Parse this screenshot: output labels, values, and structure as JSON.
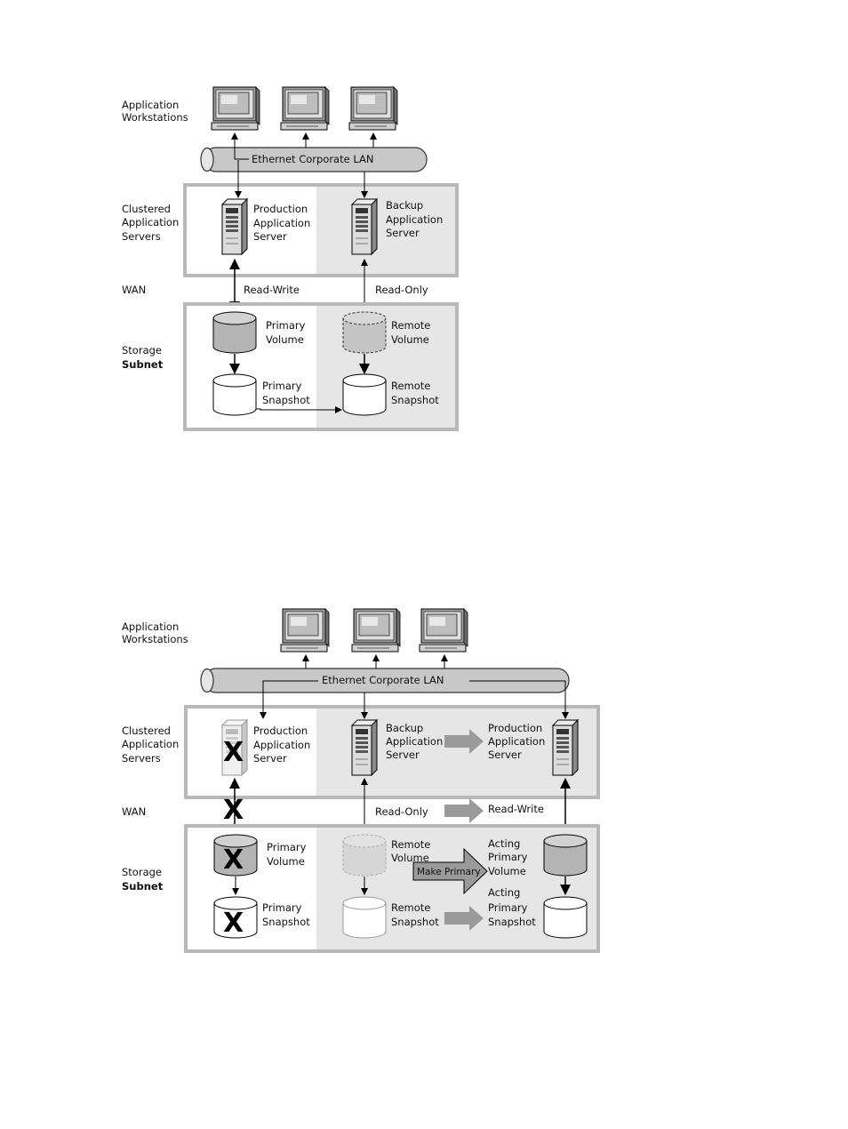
{
  "diagram1": {
    "row_labels": {
      "workstations": [
        "Application",
        "Workstations"
      ],
      "servers": [
        "Clustered",
        "Application",
        "Servers"
      ],
      "wan": "WAN",
      "storage": [
        "Storage"
      ],
      "subnet": "Subnet"
    },
    "lan_label": "Ethernet Corporate LAN",
    "production_server": [
      "Production",
      "Application",
      "Server"
    ],
    "backup_server": [
      "Backup",
      "Application",
      "Server"
    ],
    "read_write": "Read-Write",
    "read_only": "Read-Only",
    "primary_volume": [
      "Primary",
      "Volume"
    ],
    "remote_volume": [
      "Remote",
      "Volume"
    ],
    "primary_snapshot": [
      "Primary",
      "Snapshot"
    ],
    "remote_snapshot": [
      "Remote",
      "Snapshot"
    ]
  },
  "diagram2": {
    "row_labels": {
      "workstations": [
        "Application",
        "Workstations"
      ],
      "servers": [
        "Clustered",
        "Application",
        "Servers"
      ],
      "wan": "WAN",
      "storage": [
        "Storage"
      ],
      "subnet": "Subnet"
    },
    "lan_label": "Ethernet Corporate LAN",
    "production_server": [
      "Production",
      "Application",
      "Server"
    ],
    "backup_server": [
      "Backup",
      "Application",
      "Server"
    ],
    "new_production_server": [
      "Production",
      "Application",
      "Server"
    ],
    "read_only": "Read-Only",
    "read_write": "Read-Write",
    "primary_volume": [
      "Primary",
      "Volume"
    ],
    "remote_volume": [
      "Remote",
      "Volume"
    ],
    "make_primary": "Make Primary",
    "acting_primary_volume": [
      "Acting",
      "Primary",
      "Volume"
    ],
    "primary_snapshot": [
      "Primary",
      "Snapshot"
    ],
    "remote_snapshot": [
      "Remote",
      "Snapshot"
    ],
    "acting_primary_snapshot": [
      "Acting",
      "Primary",
      "Snapshot"
    ],
    "failure_mark": "X"
  },
  "colors": {
    "pipe": "#c8c8c8",
    "panel_border": "#b8b8b8",
    "panel_shade": "#e6e6e6",
    "cylinder_dark": "#b4b4b4",
    "cylinder_light": "#ffffff",
    "grey_arrow": "#9a9a9a"
  }
}
